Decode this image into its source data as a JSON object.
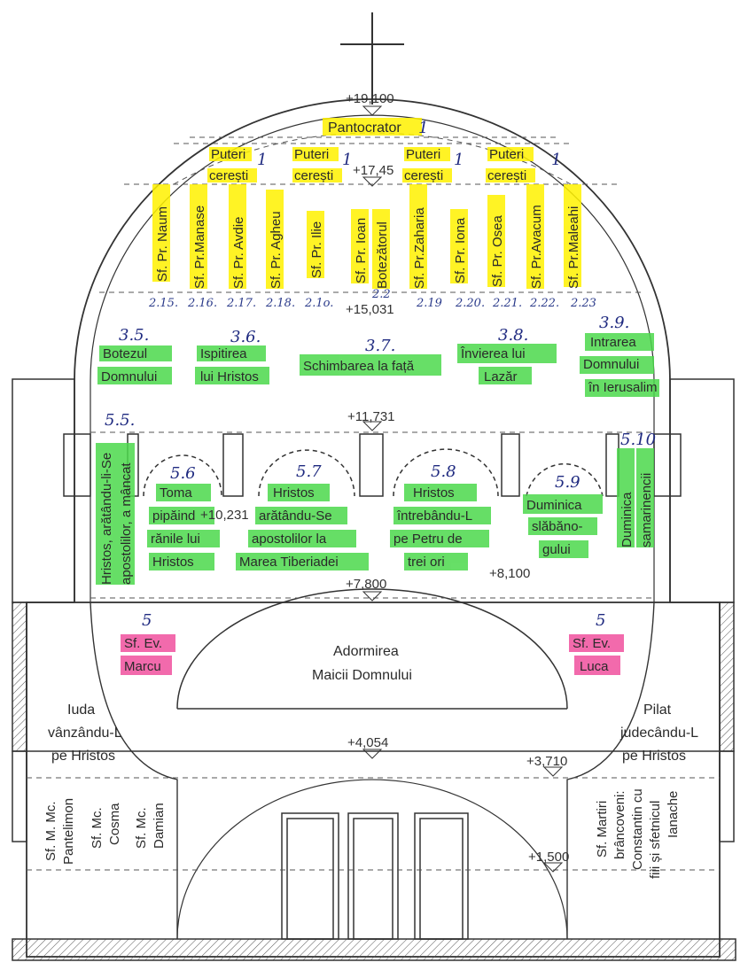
{
  "colors": {
    "highlight_yellow": "#fff200",
    "highlight_green": "#4cd94c",
    "highlight_pink": "#f0519e",
    "line": "#333333",
    "ink_blue": "#1f2a80"
  },
  "elevations": {
    "top": "+19,100",
    "dome_center": "+17,45",
    "prophets_base": "+15,031",
    "window_level": "+11,731",
    "left_arch": "+10,231",
    "right_mid": "+8,100",
    "arch_base": "+7,800",
    "inner_arch": "+4,054",
    "right_low": "+3,710",
    "bottom": "+1,500"
  },
  "dome": {
    "pantocrator": "Pantocrator",
    "pantocrator_mark": "1",
    "powers": [
      {
        "l1": "Puteri",
        "l2": "cerești",
        "mark": "1"
      },
      {
        "l1": "Puteri",
        "l2": "cerești",
        "mark": "1"
      },
      {
        "l1": "Puteri",
        "l2": "cerești",
        "mark": "1"
      },
      {
        "l1": "Puteri",
        "l2": "cerești",
        "mark": "1"
      }
    ],
    "prophets": [
      {
        "name": "Sf. Pr. Naum",
        "num": "2.15."
      },
      {
        "name": "Sf. Pr.Manase",
        "num": "2.16."
      },
      {
        "name": "Sf. Pr. Avdie",
        "num": "2.17."
      },
      {
        "name": "Sf. Pr. Agheu",
        "num": "2.18."
      },
      {
        "name": "Sf. Pr. Ilie",
        "num": "2.1o."
      },
      {
        "name": "Sf. Pr. Ioan",
        "name2": "Botezătorul",
        "num": "2.2"
      },
      {
        "name": "Sf. Pr.Zaharia",
        "num": "2.19"
      },
      {
        "name": "Sf. Pr. Iona",
        "num": "2.20."
      },
      {
        "name": "Sf. Pr. Osea",
        "num": "2.21."
      },
      {
        "name": "Sf. Pr.Avacum",
        "num": "2.22."
      },
      {
        "name": "Sf. Pr.Maleahi",
        "num": "2.23"
      }
    ]
  },
  "feasts": [
    {
      "num": "3.5.",
      "l1": "Botezul",
      "l2": "Domnului",
      "l3": ""
    },
    {
      "num": "3.6.",
      "l1": "Ispitirea",
      "l2": "lui Hristos",
      "l3": ""
    },
    {
      "num": "3.7.",
      "l1": "Schimbarea la față",
      "l2": "",
      "l3": ""
    },
    {
      "num": "3.8.",
      "l1": "Învierea lui",
      "l2": "Lazăr",
      "l3": ""
    },
    {
      "num": "3.9.",
      "l1": "Intrarea",
      "l2": "Domnului",
      "l3": "în Ierusalim"
    }
  ],
  "apparitions": {
    "left_num": "5.5.",
    "left_vertical_l1": "Hristos, arătându-li-Se",
    "left_vertical_l2": "apostolilor, a mâncat",
    "right_num": "5.10",
    "right_vertical_l1": "Duminica",
    "right_vertical_l2": "samarinencii",
    "items": [
      {
        "num": "5.6",
        "lines": [
          "Toma",
          "pipăind",
          "rănile lui",
          "Hristos"
        ]
      },
      {
        "num": "5.7",
        "lines": [
          "Hristos",
          "arătându-Se",
          "apostolilor la",
          "Marea Tiberiadei"
        ]
      },
      {
        "num": "5.8",
        "lines": [
          "Hristos",
          "întrebându-L",
          "pe Petru de",
          "trei ori"
        ]
      },
      {
        "num": "5.9",
        "lines": [
          "Duminica",
          "slăbăno-",
          "gului"
        ]
      }
    ]
  },
  "evangelists": [
    {
      "mark": "5",
      "l1": "Sf. Ev.",
      "l2": "Marcu"
    },
    {
      "mark": "5",
      "l1": "Sf. Ev.",
      "l2": "Luca"
    }
  ],
  "dormition": {
    "l1": "Adormirea",
    "l2": "Maicii Domnului"
  },
  "left_scene": {
    "l1": "Iuda",
    "l2": "vânzându-L",
    "l3": "pe Hristos"
  },
  "right_scene": {
    "l1": "Pilat",
    "l2": "judecându-L",
    "l3": "pe Hristos"
  },
  "left_saints": [
    {
      "l1": "Sf. M. Mc.",
      "l2": "Pantelimon"
    },
    {
      "l1": "Sf. Mc.",
      "l2": "Cosma"
    },
    {
      "l1": "Sf. Mc.",
      "l2": "Damian"
    }
  ],
  "right_saints": {
    "l1": "Sf. Martiri",
    "l2": "brâncoveni:",
    "l3": "Constantin cu",
    "l4": "fiii și sfetnicul",
    "l5": "Ianache"
  }
}
